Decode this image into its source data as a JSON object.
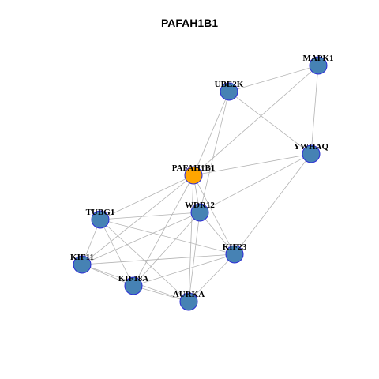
{
  "title": "PAFAH1B1",
  "colors": {
    "node_fill": "#4682b4",
    "center_fill": "#ffa500",
    "node_border": "#2b2bd6",
    "edge": "#b3b3b3",
    "label": "#000000"
  },
  "nodes": [
    {
      "id": "PAFAH1B1",
      "label": "PAFAH1B1",
      "highlight": true
    },
    {
      "id": "MAPK1",
      "label": "MAPK1",
      "highlight": false
    },
    {
      "id": "UBE2K",
      "label": "UBE2K",
      "highlight": false
    },
    {
      "id": "YWHAQ",
      "label": "YWHAQ",
      "highlight": false
    },
    {
      "id": "WDR12",
      "label": "WDR12",
      "highlight": false
    },
    {
      "id": "TUBG1",
      "label": "TUBG1",
      "highlight": false
    },
    {
      "id": "KIF23",
      "label": "KIF23",
      "highlight": false
    },
    {
      "id": "KIF11",
      "label": "KIF11",
      "highlight": false
    },
    {
      "id": "KIF18A",
      "label": "KIF18A",
      "highlight": false
    },
    {
      "id": "AURKA",
      "label": "AURKA",
      "highlight": false
    }
  ],
  "edges": [
    [
      "MAPK1",
      "UBE2K"
    ],
    [
      "MAPK1",
      "PAFAH1B1"
    ],
    [
      "MAPK1",
      "YWHAQ"
    ],
    [
      "UBE2K",
      "PAFAH1B1"
    ],
    [
      "UBE2K",
      "YWHAQ"
    ],
    [
      "UBE2K",
      "WDR12"
    ],
    [
      "YWHAQ",
      "PAFAH1B1"
    ],
    [
      "YWHAQ",
      "WDR12"
    ],
    [
      "YWHAQ",
      "KIF23"
    ],
    [
      "PAFAH1B1",
      "WDR12"
    ],
    [
      "PAFAH1B1",
      "TUBG1"
    ],
    [
      "PAFAH1B1",
      "KIF23"
    ],
    [
      "PAFAH1B1",
      "KIF11"
    ],
    [
      "PAFAH1B1",
      "KIF18A"
    ],
    [
      "PAFAH1B1",
      "AURKA"
    ],
    [
      "WDR12",
      "TUBG1"
    ],
    [
      "WDR12",
      "KIF23"
    ],
    [
      "WDR12",
      "KIF11"
    ],
    [
      "WDR12",
      "KIF18A"
    ],
    [
      "WDR12",
      "AURKA"
    ],
    [
      "TUBG1",
      "KIF23"
    ],
    [
      "TUBG1",
      "KIF11"
    ],
    [
      "TUBG1",
      "KIF18A"
    ],
    [
      "TUBG1",
      "AURKA"
    ],
    [
      "KIF23",
      "KIF11"
    ],
    [
      "KIF23",
      "KIF18A"
    ],
    [
      "KIF23",
      "AURKA"
    ],
    [
      "KIF11",
      "KIF18A"
    ],
    [
      "KIF11",
      "AURKA"
    ],
    [
      "KIF18A",
      "AURKA"
    ]
  ]
}
